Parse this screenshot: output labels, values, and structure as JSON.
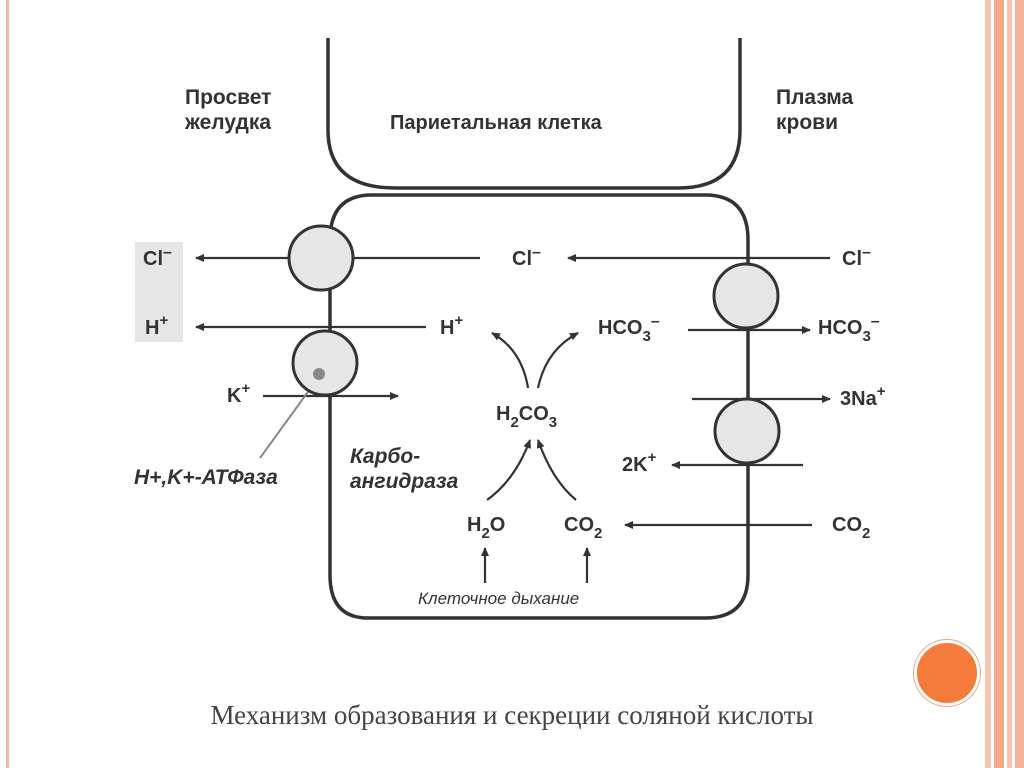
{
  "colors": {
    "accent": "#f47b3a",
    "frame": "#f3b9a6",
    "ink": "#333333"
  },
  "labels": {
    "lumen": [
      "Просвет",
      "желудка"
    ],
    "cell": "Париетальная клетка",
    "plasma": [
      "Плазма",
      "крови"
    ],
    "atpase": "H+,K+-АТФаза",
    "anhydrase": [
      "Карбо-",
      "ангидраза"
    ],
    "respiration": "Клеточное дыхание"
  },
  "ions": {
    "cl_lumen": "Cl",
    "cl_cell": "Cl",
    "cl_plasma": "Cl",
    "minus": "–",
    "h_lumen": "H",
    "h_cell": "H",
    "plus": "+",
    "k_lumen": "K",
    "hco3_cell": "HCO",
    "hco3_plasma": "HCO",
    "three": "3",
    "two": "2",
    "na": "3Na",
    "k2": "2K",
    "h2co3_a": "H",
    "h2co3_b": "CO",
    "h2o_a": "H",
    "h2o_b": "O",
    "co2_cell": "CO",
    "co2_plasma": "CO"
  },
  "caption": "Механизм образования и секреции соляной кислоты"
}
